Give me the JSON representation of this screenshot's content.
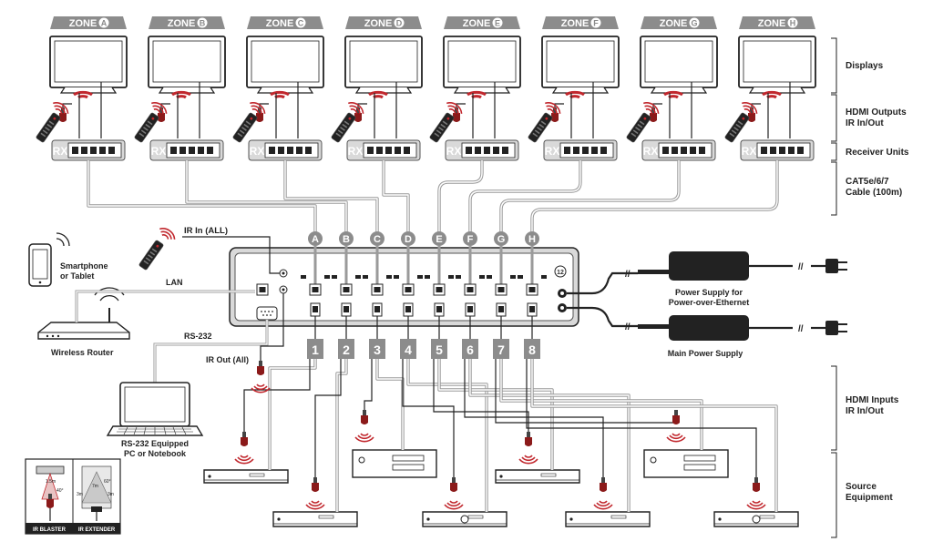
{
  "zones": [
    {
      "prefix": "ZONE",
      "letter": "A"
    },
    {
      "prefix": "ZONE",
      "letter": "B"
    },
    {
      "prefix": "ZONE",
      "letter": "C"
    },
    {
      "prefix": "ZONE",
      "letter": "D"
    },
    {
      "prefix": "ZONE",
      "letter": "E"
    },
    {
      "prefix": "ZONE",
      "letter": "F"
    },
    {
      "prefix": "ZONE",
      "letter": "G"
    },
    {
      "prefix": "ZONE",
      "letter": "H"
    }
  ],
  "receiver_label": "RX",
  "output_letters": [
    "A",
    "B",
    "C",
    "D",
    "E",
    "F",
    "G",
    "H"
  ],
  "input_numbers": [
    "1",
    "2",
    "3",
    "4",
    "5",
    "6",
    "7",
    "8"
  ],
  "side_labels": {
    "displays": "Displays",
    "hdmi_outputs_1": "HDMI Outputs",
    "hdmi_outputs_2": "IR In/Out",
    "receiver_units": "Receiver Units",
    "cable_1": "CAT5e/6/7",
    "cable_2": "Cable (100m)",
    "hdmi_inputs_1": "HDMI Inputs",
    "hdmi_inputs_2": "IR In/Out",
    "source_1": "Source",
    "source_2": "Equipment"
  },
  "labels": {
    "ir_in_all": "IR In (ALL)",
    "smartphone_1": "Smartphone",
    "smartphone_2": "or Tablet",
    "lan": "LAN",
    "wireless_router": "Wireless Router",
    "rs232": "RS-232",
    "ir_out_all": "IR Out (All)",
    "pc_1": "RS-232 Equipped",
    "pc_2": "PC or Notebook",
    "poe_1": "Power Supply for",
    "poe_2": "Power-over-Ethernet",
    "main_power": "Main Power Supply"
  },
  "inset": {
    "ir_blaster": "IR BLASTER",
    "ir_extender": "IR EXTENDER",
    "blaster_dist": "1.5m",
    "blaster_angle": "40°",
    "ext_angle": "60°",
    "ext_dist_left": "3m",
    "ext_dist_right": "3m",
    "ext_dist_center": "7m"
  },
  "colors": {
    "accent_red": "#c1272d",
    "label_gray": "#8c8c8c",
    "cable_gray": "#9a9a9a",
    "dark": "#222222"
  }
}
